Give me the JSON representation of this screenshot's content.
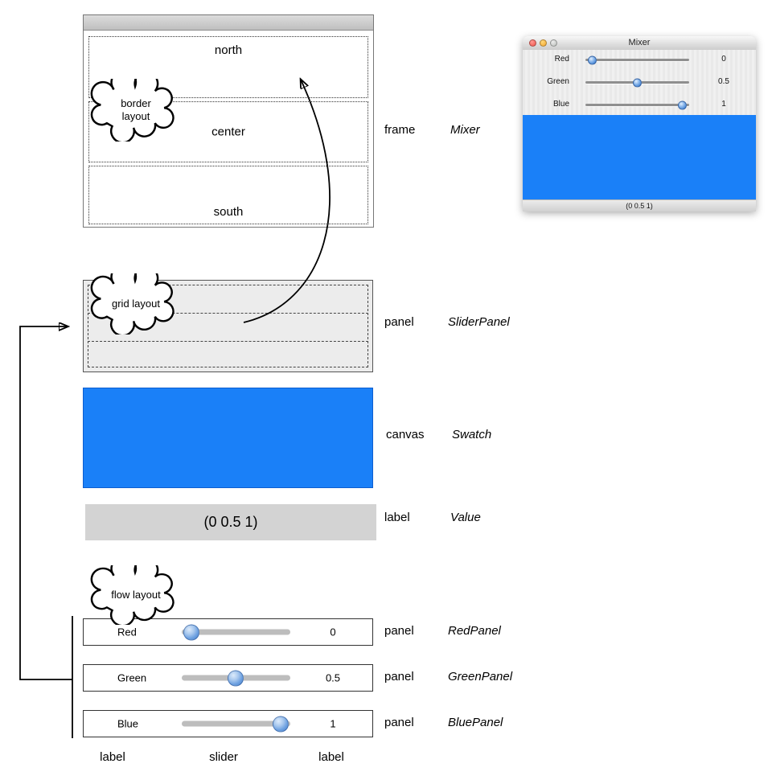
{
  "clouds": {
    "border": "border layout",
    "grid": "grid layout",
    "flow": "flow layout"
  },
  "frame_diagram": {
    "regions": {
      "north": "north",
      "center": "center",
      "south": "south"
    }
  },
  "annotations": {
    "frame": {
      "type": "frame",
      "name": "Mixer"
    },
    "sliderpanel": {
      "type": "panel",
      "name": "SliderPanel"
    },
    "swatch": {
      "type": "canvas",
      "name": "Swatch"
    },
    "value": {
      "type": "label",
      "name": "Value"
    },
    "redpanel": {
      "type": "panel",
      "name": "RedPanel"
    },
    "greenpanel": {
      "type": "panel",
      "name": "GreenPanel"
    },
    "bluepanel": {
      "type": "panel",
      "name": "BluePanel"
    }
  },
  "value_label": "(0 0.5 1)",
  "color_panels": [
    {
      "label": "Red",
      "value": "0"
    },
    {
      "label": "Green",
      "value": "0.5"
    },
    {
      "label": "Blue",
      "value": "1"
    }
  ],
  "bottom_captions": [
    "label",
    "slider",
    "label"
  ],
  "mixer_window": {
    "title": "Mixer",
    "rows": [
      {
        "label": "Red",
        "value": "0"
      },
      {
        "label": "Green",
        "value": "0.5"
      },
      {
        "label": "Blue",
        "value": "1"
      }
    ],
    "footer": "(0 0.5 1)"
  },
  "colors": {
    "swatch_blue": "#1a80f8",
    "panel_gray": "#ececec",
    "label_gray": "#d3d3d3",
    "slider_thumb_blue": "#4c8ad8"
  }
}
